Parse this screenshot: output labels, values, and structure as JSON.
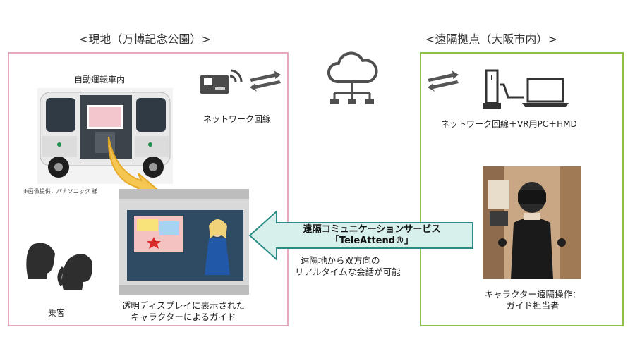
{
  "onsite": {
    "header": "<現地（万博記念公園）>",
    "car_label": "自動運転車内",
    "image_credit": "※画像提供：パナソニック 様",
    "network_label": "ネットワーク回線",
    "passenger_label": "乗客",
    "display_caption_line1": "透明ディスプレイに表示された",
    "display_caption_line2": "キャラクターによるガイド",
    "border_color": "#e7a7bf"
  },
  "remote": {
    "header": "<遠隔拠点（大阪市内）>",
    "equipment_label": "ネットワーク回線＋VR用PC＋HMD",
    "operator_caption_line1": "キャラクター遠隔操作：",
    "operator_caption_line2": "ガイド担当者",
    "border_color": "#8cc04a"
  },
  "service": {
    "name_line1": "遠隔コミュニケーションサービス",
    "name_line2": "「TeleAttend®」",
    "desc_line1": "遠隔地から双方向の",
    "desc_line2": "リアルタイムな会話が可能",
    "arrow_fill": "#d8f0ec",
    "arrow_stroke": "#2b8c86"
  },
  "icons": [
    "wifi-router-icon",
    "signal-arrows-icon",
    "cloud-network-icon",
    "tower-pc-icon",
    "laptop-icon",
    "person-silhouette-icon"
  ]
}
